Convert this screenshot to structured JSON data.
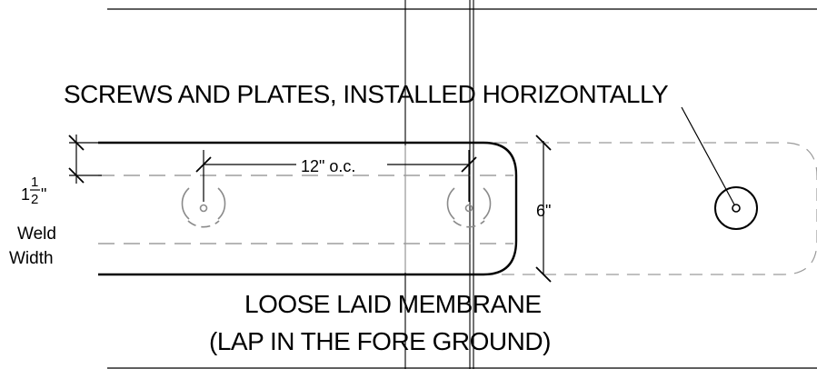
{
  "labels": {
    "top_callout": "SCREWS AND PLATES, INSTALLED HORIZONTALLY",
    "membrane_line1": "LOOSE LAID MEMBRANE",
    "membrane_line2": "(LAP IN THE FORE GROUND)",
    "spacing": "12\" o.c.",
    "lap_height": "6\"",
    "weld_whole": "1",
    "weld_numerator": "1",
    "weld_denominator": "2",
    "weld_inch": "\"",
    "weld_line1": "Weld",
    "weld_line2": "Width"
  },
  "colors": {
    "ink": "#000000",
    "hidden": "#9a9a9a",
    "hidden_dark": "#7a7a7a",
    "background": "#ffffff"
  }
}
